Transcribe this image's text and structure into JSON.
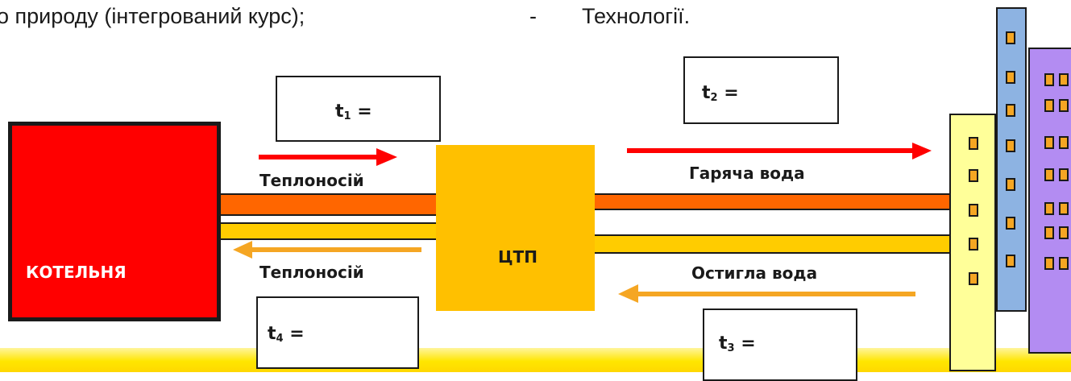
{
  "header": {
    "left_text": "о природу (інтегрований курс);",
    "dash": "-",
    "right_text": "Технології."
  },
  "nodes": {
    "boiler": "КОТЕЛЬНЯ",
    "ctp": "ЦТП"
  },
  "temperatures": {
    "t1": {
      "symbol": "t",
      "index": "1",
      "suffix": " ="
    },
    "t2": {
      "symbol": "t",
      "index": "2",
      "suffix": " ="
    },
    "t3": {
      "symbol": "t",
      "index": "3",
      "suffix": " ="
    },
    "t4": {
      "symbol": "t",
      "index": "4",
      "suffix": " ="
    }
  },
  "flows": {
    "coolant_supply": "Теплоносій",
    "coolant_return": "Теплоносій",
    "hot_water": "Гаряча вода",
    "cooled_water": "Остигла вода"
  },
  "colors": {
    "boiler": "#ff0000",
    "ctp": "#ffc000",
    "hot_arrow": "#ff0000",
    "return_arrow": "#f5a623",
    "hot_pipe": "#ff6600",
    "cold_pipe": "#ffcc00",
    "ground": "#ffe600",
    "building_yellow": "#ffff99",
    "building_blue": "#8db3e2",
    "building_purple": "#b38cf2"
  }
}
